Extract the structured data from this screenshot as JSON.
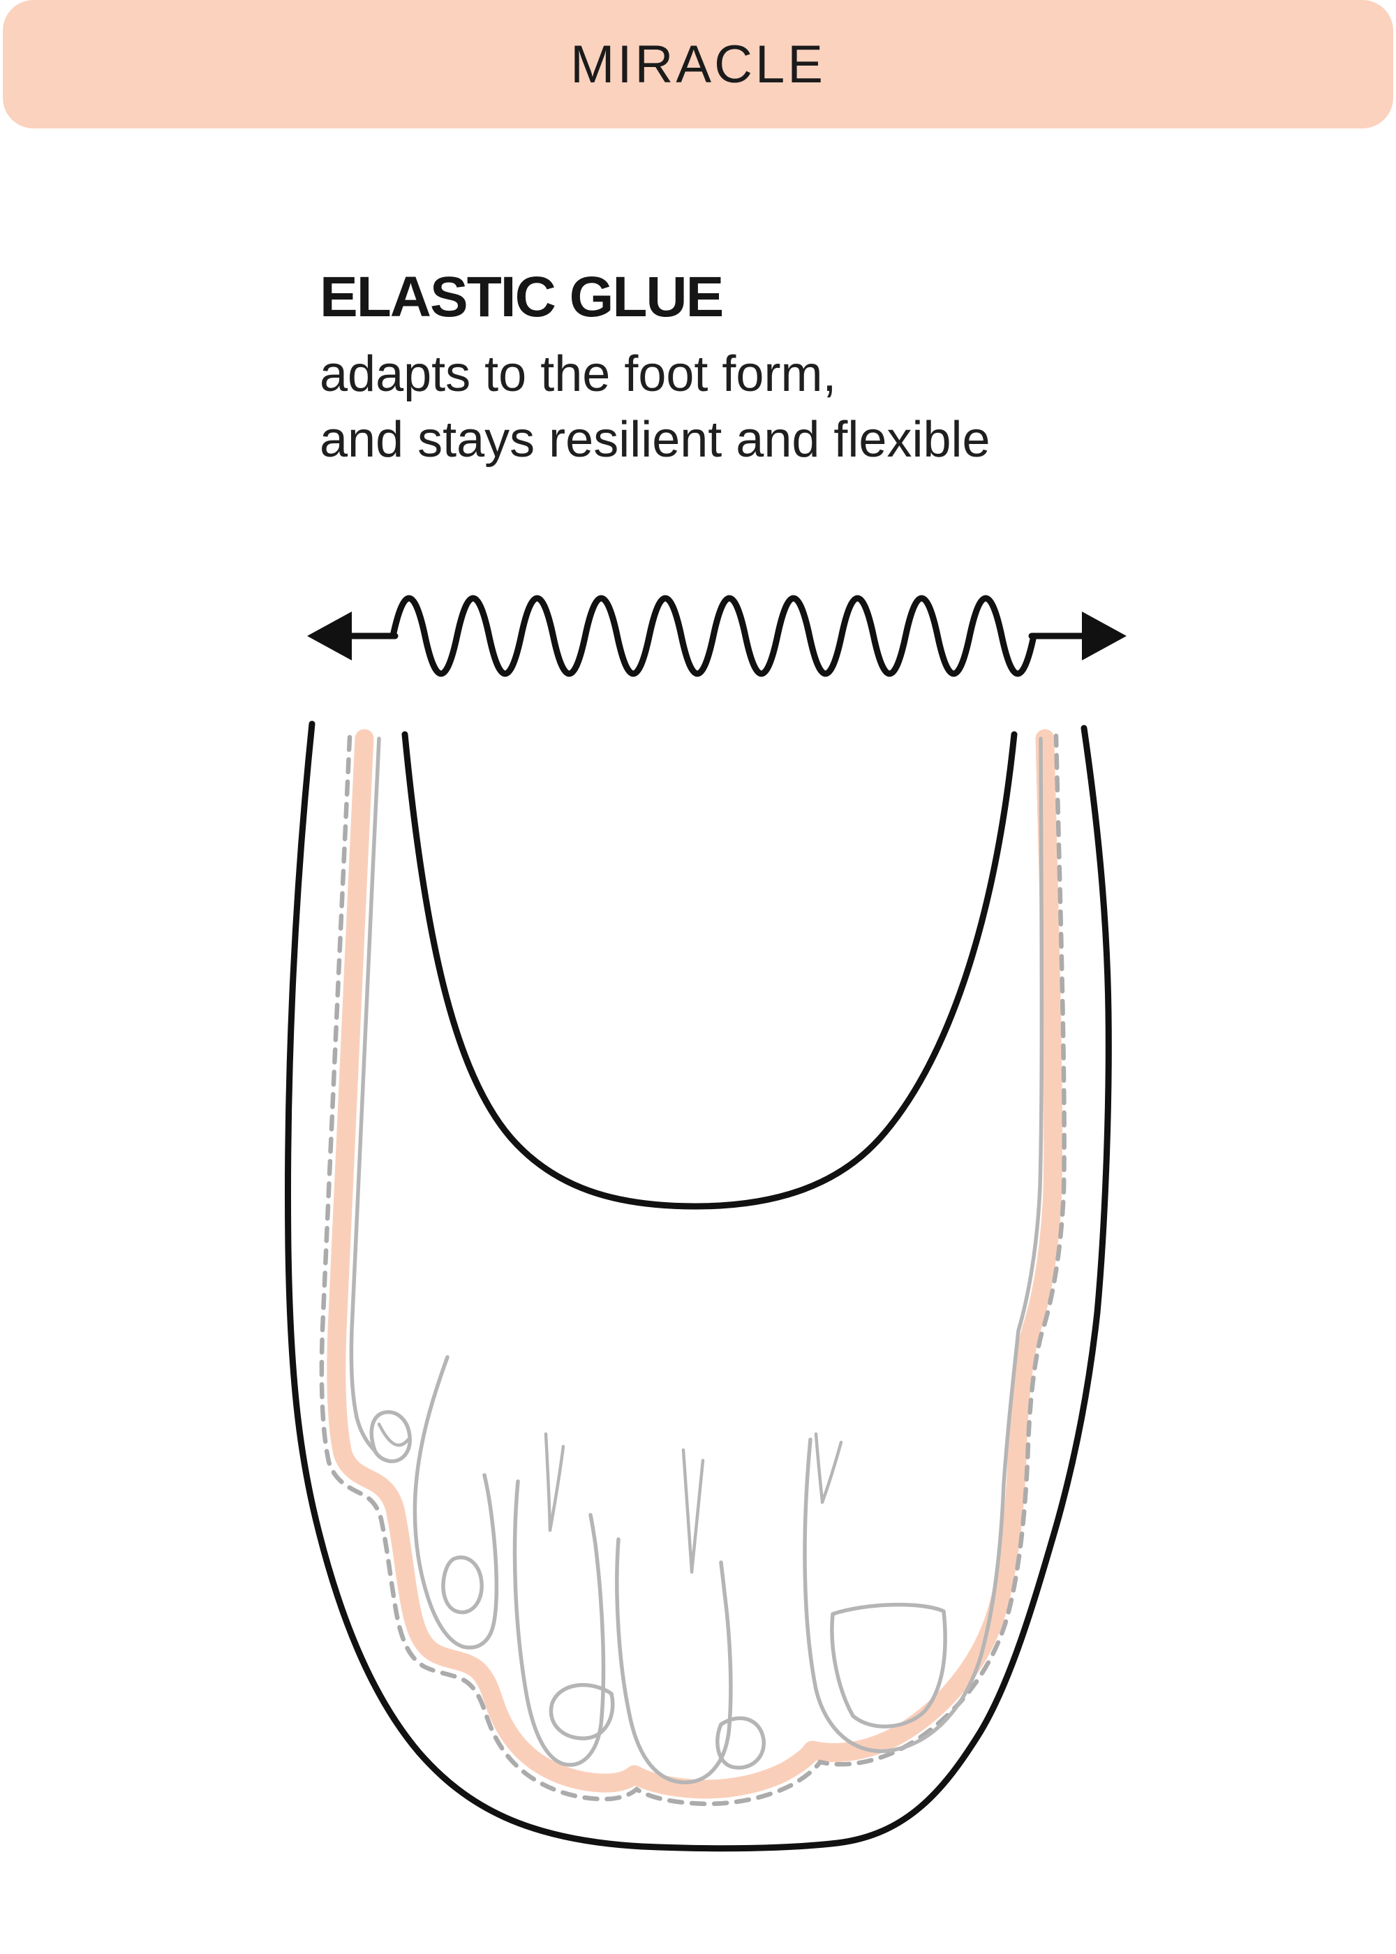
{
  "header": {
    "brand": "MIRACLE",
    "bg_color": "#FBD2BE",
    "text_color": "#1b1b1b"
  },
  "feature": {
    "title": "ELASTIC GLUE",
    "description_line1": "adapts to the foot form,",
    "description_line2": "and stays resilient and flexible"
  },
  "illustration": {
    "spring_icon": "double-arrow-spring-stretch",
    "subject": "pointe-shoe-toe-with-foot-and-glue-line",
    "colors": {
      "outline": "#111111",
      "glue": "#FACFBA",
      "foot": "#B5B5B5",
      "dashed_edge": "#ABABAB"
    }
  }
}
